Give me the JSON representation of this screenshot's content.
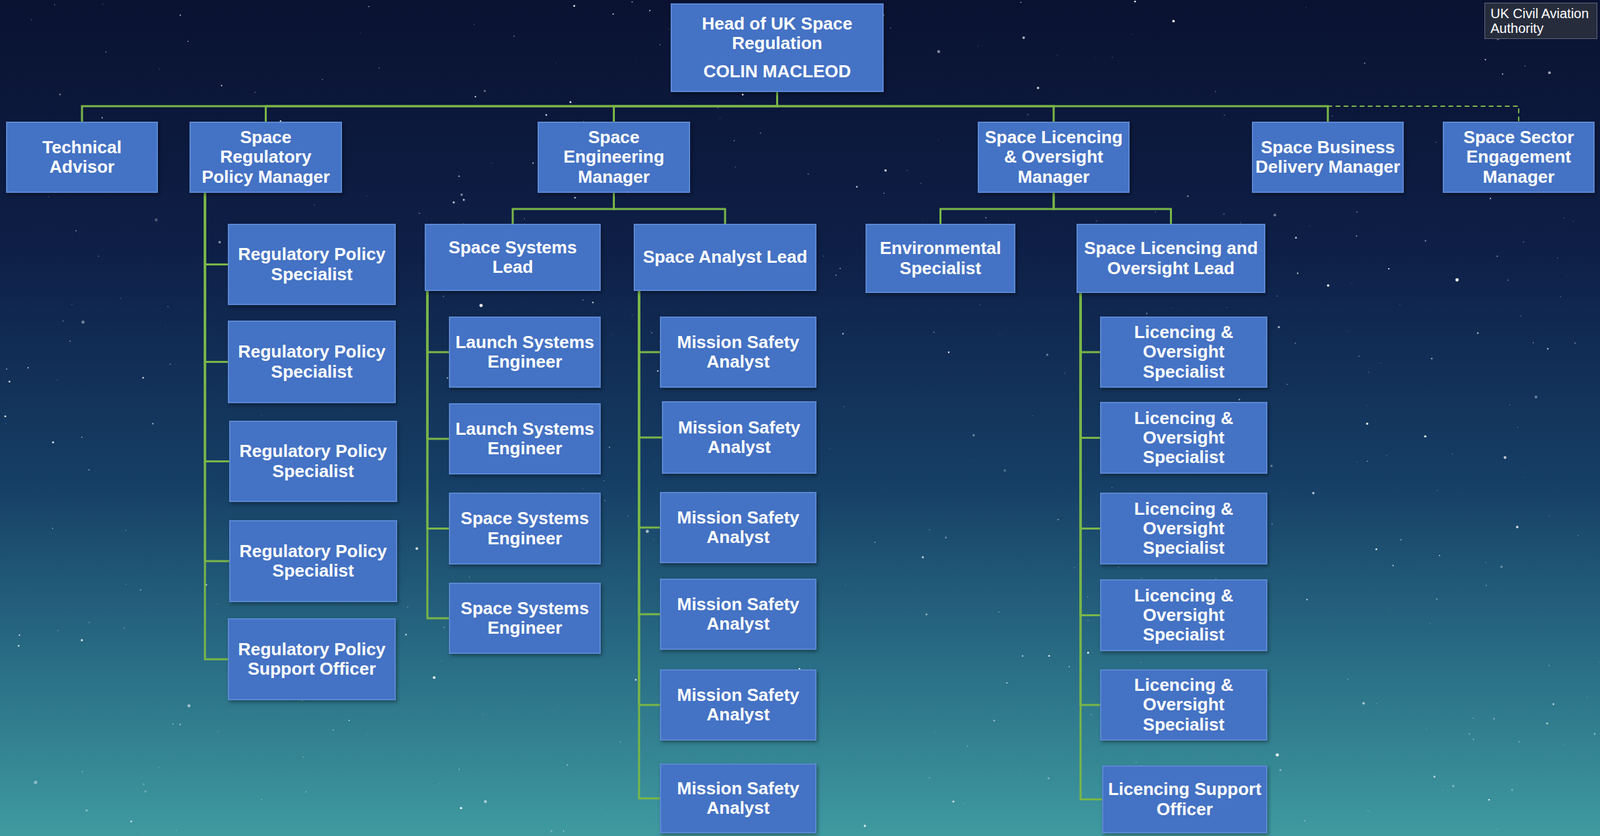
{
  "diagram": {
    "nodes": [
      {
        "text": [
          "Head of UK Space Regulation",
          "COLIN MACLEOD"
        ]
      },
      {
        "text": [
          "Technical Advisor"
        ]
      },
      {
        "text": [
          "Space Regulatory Policy Manager"
        ]
      },
      {
        "text": [
          "Space Engineering Manager"
        ]
      },
      {
        "text": [
          "Space Licencing & Oversight Manager"
        ]
      },
      {
        "text": [
          "Space Business Delivery Manager"
        ]
      },
      {
        "text": [
          "Space Sector Engagement Manager"
        ]
      },
      {
        "text": [
          "Regulatory Policy Specialist"
        ]
      },
      {
        "text": [
          "Regulatory Policy Specialist"
        ]
      },
      {
        "text": [
          "Regulatory Policy Specialist"
        ]
      },
      {
        "text": [
          "Regulatory Policy Specialist"
        ]
      },
      {
        "text": [
          "Regulatory Policy Support Officer"
        ]
      },
      {
        "text": [
          "Space Systems Lead"
        ]
      },
      {
        "text": [
          "Space Analyst Lead"
        ]
      },
      {
        "text": [
          "Launch Systems Engineer"
        ]
      },
      {
        "text": [
          "Launch Systems Engineer"
        ]
      },
      {
        "text": [
          "Space Systems Engineer"
        ]
      },
      {
        "text": [
          "Space Systems Engineer"
        ]
      },
      {
        "text": [
          "Mission Safety Analyst"
        ]
      },
      {
        "text": [
          "Mission Safety Analyst"
        ]
      },
      {
        "text": [
          "Mission Safety Analyst"
        ]
      },
      {
        "text": [
          "Mission Safety Analyst"
        ]
      },
      {
        "text": [
          "Mission Safety Analyst"
        ]
      },
      {
        "text": [
          "Mission Safety Analyst"
        ]
      },
      {
        "text": [
          "Environmental Specialist"
        ]
      },
      {
        "text": [
          "Space Licencing and Oversight Lead"
        ]
      },
      {
        "text": [
          "Licencing & Oversight Specialist"
        ]
      },
      {
        "text": [
          "Licencing & Oversight Specialist"
        ]
      },
      {
        "text": [
          "Licencing & Oversight Specialist"
        ]
      },
      {
        "text": [
          "Licencing & Oversight Specialist"
        ]
      },
      {
        "text": [
          "Licencing & Oversight Specialist"
        ]
      },
      {
        "text": [
          "Licencing Support Officer"
        ]
      }
    ],
    "edges": [
      {
        "from": 0,
        "to": 1,
        "arrow": "none"
      },
      {
        "from": 0,
        "to": 2,
        "arrow": "none"
      },
      {
        "from": 0,
        "to": 3,
        "arrow": "none"
      },
      {
        "from": 0,
        "to": 4,
        "arrow": "none"
      },
      {
        "from": 0,
        "to": 5,
        "arrow": "none"
      },
      {
        "from": 0,
        "to": 6,
        "arrow": "none"
      },
      {
        "from": 2,
        "to": 7,
        "arrow": "none"
      },
      {
        "from": 2,
        "to": 8,
        "arrow": "none"
      },
      {
        "from": 2,
        "to": 9,
        "arrow": "none"
      },
      {
        "from": 2,
        "to": 10,
        "arrow": "none"
      },
      {
        "from": 2,
        "to": 11,
        "arrow": "none"
      },
      {
        "from": 3,
        "to": 12,
        "arrow": "none"
      },
      {
        "from": 3,
        "to": 13,
        "arrow": "none"
      },
      {
        "from": 12,
        "to": 14,
        "arrow": "none"
      },
      {
        "from": 12,
        "to": 15,
        "arrow": "none"
      },
      {
        "from": 12,
        "to": 16,
        "arrow": "none"
      },
      {
        "from": 12,
        "to": 17,
        "arrow": "none"
      },
      {
        "from": 13,
        "to": 18,
        "arrow": "none"
      },
      {
        "from": 13,
        "to": 19,
        "arrow": "none"
      },
      {
        "from": 13,
        "to": 20,
        "arrow": "none"
      },
      {
        "from": 13,
        "to": 21,
        "arrow": "none"
      },
      {
        "from": 13,
        "to": 22,
        "arrow": "none"
      },
      {
        "from": 13,
        "to": 23,
        "arrow": "none"
      },
      {
        "from": 4,
        "to": 24,
        "arrow": "none"
      },
      {
        "from": 4,
        "to": 25,
        "arrow": "none"
      },
      {
        "from": 25,
        "to": 26,
        "arrow": "none"
      },
      {
        "from": 25,
        "to": 27,
        "arrow": "none"
      },
      {
        "from": 25,
        "to": 28,
        "arrow": "none"
      },
      {
        "from": 25,
        "to": 29,
        "arrow": "none"
      },
      {
        "from": 25,
        "to": 30,
        "arrow": "none"
      },
      {
        "from": 25,
        "to": 31,
        "arrow": "none"
      }
    ],
    "labels": [
      "UK Civil Aviation Authority"
    ]
  }
}
